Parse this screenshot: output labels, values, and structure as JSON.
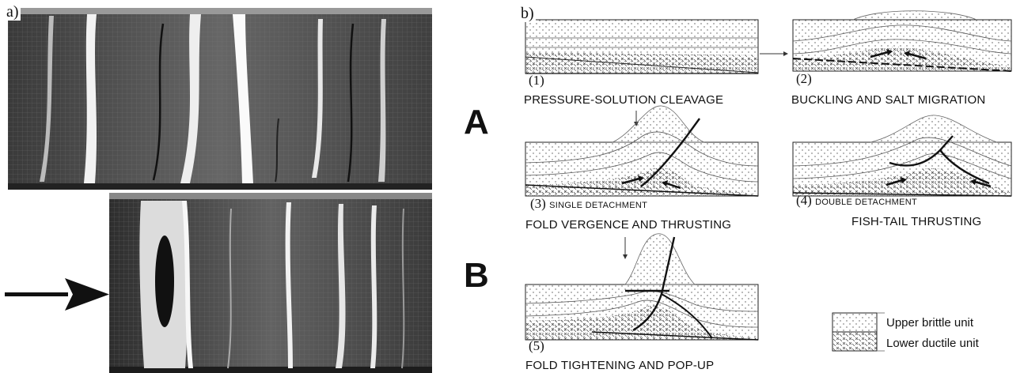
{
  "panel_a": {
    "label": "a)",
    "photo_a_label": "A",
    "photo_b_label": "B"
  },
  "panel_b": {
    "label": "b)",
    "stages": [
      {
        "number": "(1)",
        "caption": "PRESSURE-SOLUTION CLEAVAGE",
        "inner_label": ""
      },
      {
        "number": "(2)",
        "caption": "BUCKLING AND SALT MIGRATION",
        "inner_label": ""
      },
      {
        "number": "(3)",
        "caption": "FOLD VERGENCE AND THRUSTING",
        "inner_label": "SINGLE DETACHMENT"
      },
      {
        "number": "(4)",
        "caption": "FISH-TAIL THRUSTING",
        "inner_label": "DOUBLE DETACHMENT"
      },
      {
        "number": "(5)",
        "caption": "FOLD TIGHTENING AND POP-UP",
        "inner_label": ""
      }
    ],
    "legend": [
      {
        "label": "Upper brittle unit",
        "pattern": "dots"
      },
      {
        "label": "Lower ductile unit",
        "pattern": "crosses"
      }
    ]
  }
}
